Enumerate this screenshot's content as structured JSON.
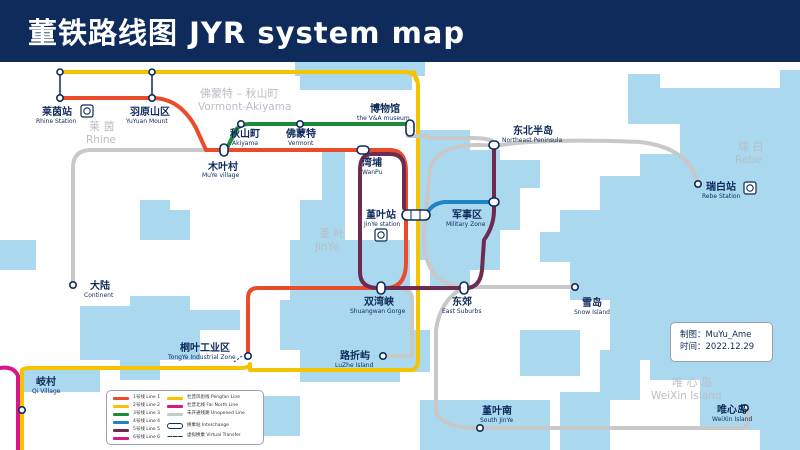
{
  "title": "董铁路线图 JYR system map",
  "colors": {
    "navy": "#0f2b5b",
    "water": "#aad8ef",
    "line1": "#e94b2b",
    "line2": "#f5c400",
    "line3": "#1f8a3b",
    "line4": "#1e84c6",
    "line5": "#6d2b4f",
    "line6": "#d6178a",
    "pengfan": "#f5c400",
    "gray": "#c8c8c8"
  },
  "areas": {
    "vormont": {
      "cn": "佛蒙特 – 秋山町",
      "en": "Vormont-Akiyama"
    },
    "rhine": {
      "cn": "莱 茵",
      "en": "Rhine"
    },
    "jinye": {
      "cn": "堇 叶",
      "en": "JinYe"
    },
    "rebe": {
      "cn": "瑞 白",
      "en": "Rebe"
    },
    "weixin": {
      "cn": "唯 心 岛",
      "en": "WeiXin Island"
    }
  },
  "stations": {
    "rhine": {
      "cn": "莱茵站",
      "en": "Rhine Station"
    },
    "yuyuan": {
      "cn": "羽原山区",
      "en": "YuYuan Mount"
    },
    "akiyama": {
      "cn": "秋山町",
      "en": "Akiyama"
    },
    "vermont": {
      "cn": "佛蒙特",
      "en": "Vermont"
    },
    "museum": {
      "cn": "博物馆",
      "en": "the V&A museum"
    },
    "muye": {
      "cn": "木叶村",
      "en": "MuYe village"
    },
    "wanpu": {
      "cn": "湾埔",
      "en": "WanPu"
    },
    "jinye": {
      "cn": "堇叶站",
      "en": "JinYe station"
    },
    "military": {
      "cn": "军事区",
      "en": "Military Zone"
    },
    "northeast": {
      "cn": "东北半岛",
      "en": "Northeast Peninsula"
    },
    "rebe": {
      "cn": "瑞白站",
      "en": "Rebe Station"
    },
    "continent": {
      "cn": "大陆",
      "en": "Continent"
    },
    "shuangwan": {
      "cn": "双湾峡",
      "en": "Shuangwan Gorge"
    },
    "east": {
      "cn": "东郊",
      "en": "East Suburbs"
    },
    "snow": {
      "cn": "雪岛",
      "en": "Snow Island"
    },
    "tongye": {
      "cn": "桐叶工业区",
      "en": "TongYe Industrial Zone"
    },
    "luzhe": {
      "cn": "路折屿",
      "en": "LuZhe Island"
    },
    "qi": {
      "cn": "岐村",
      "en": "Qi Village"
    },
    "southjinye": {
      "cn": "堇叶南",
      "en": "South JinYe"
    },
    "weixin": {
      "cn": "唯心岛",
      "en": "WeiXin Island"
    }
  },
  "legend": {
    "l1": "1号线 Line 1",
    "l2": "2号线 Line 2",
    "l3": "3号线 Line 3",
    "l4": "4号线 Line 4",
    "l5": "5号线 Line 5",
    "l6": "6号线 Line 6",
    "pengfan": "杜普风街线 Pengfan Line",
    "farnorth": "杜普北线 Far North Line",
    "unopened": "未开通线路 Unopened Line",
    "interchange": "换乘站 Interchange",
    "virtual": "虚拟换乘 Virtual Transfer"
  },
  "credit": {
    "author": "制图：MuYu_Ame",
    "date": "时间：2022.12.29"
  }
}
